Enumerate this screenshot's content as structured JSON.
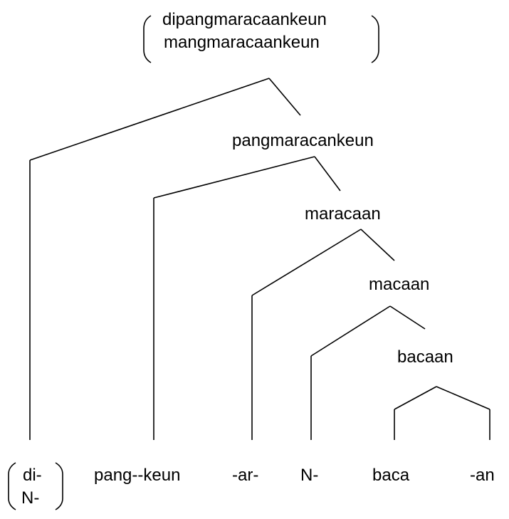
{
  "root": {
    "top": "dipangmaracaankeun",
    "bottom": "mangmaracaankeun"
  },
  "nodes": {
    "pangmaracankeun": "pangmaracankeun",
    "maracaan": "maracaan",
    "macaan": "macaan",
    "bacaan": "bacaan"
  },
  "leaves": {
    "di": "di-",
    "n_under_di": "N-",
    "pang_keun": "pang--keun",
    "ar": "-ar-",
    "n": "N-",
    "baca": "baca",
    "an": "-an"
  }
}
